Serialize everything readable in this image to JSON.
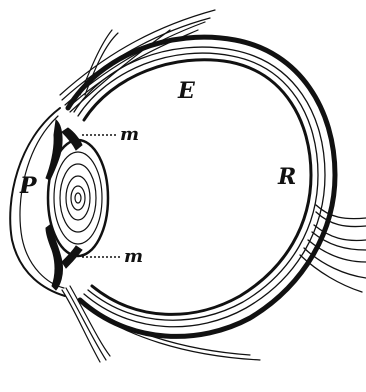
{
  "labels": {
    "E": "E",
    "R": "R",
    "P": "P",
    "m_upper": "m",
    "m_lower": "m"
  },
  "colors": {
    "ink": "#111111",
    "background": "#ffffff"
  }
}
